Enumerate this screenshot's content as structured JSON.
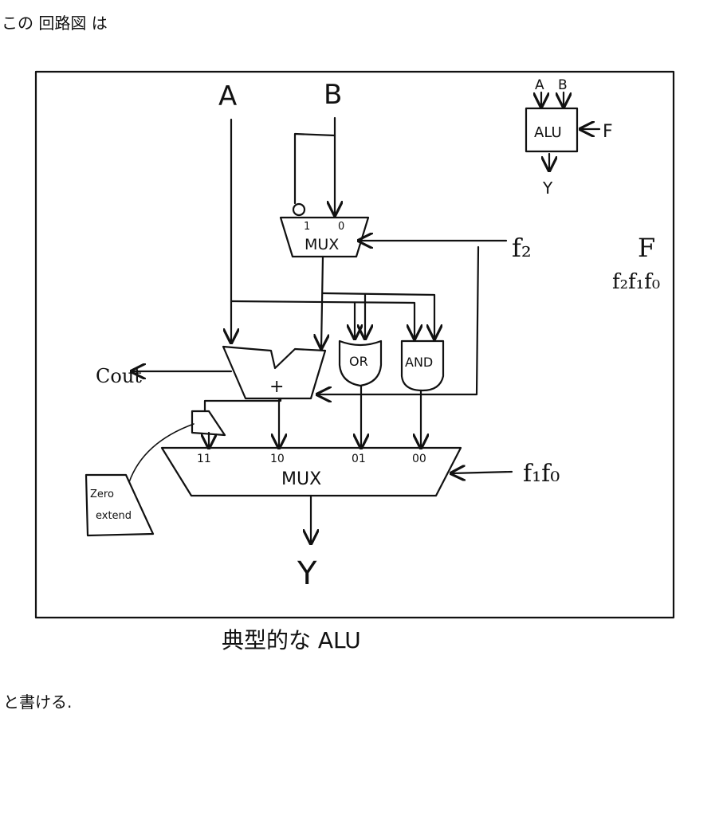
{
  "header_note": "この 回路図 は",
  "footer_note": "と書ける.",
  "caption": "典型的な ALU",
  "inputs": {
    "a": "A",
    "b": "B"
  },
  "output": "Y",
  "control": {
    "f2": "f₂",
    "f1f0": "f₁f₀",
    "f_label": "F",
    "f_bits": "f₂f₁f₀"
  },
  "input_mux": {
    "label": "MUX",
    "in1": "1",
    "in0": "0"
  },
  "adder": {
    "label": "+"
  },
  "carry_out": "Cout",
  "gates": {
    "or": "OR",
    "and": "AND"
  },
  "output_mux": {
    "label": "MUX",
    "in11": "11",
    "in10": "10",
    "in01": "01",
    "in00": "00"
  },
  "zero_extend": {
    "line1": "Zero",
    "line2": "extend"
  },
  "alu_symbol": {
    "label": "ALU",
    "a": "A",
    "b": "B",
    "f": "F",
    "y": "Y"
  }
}
